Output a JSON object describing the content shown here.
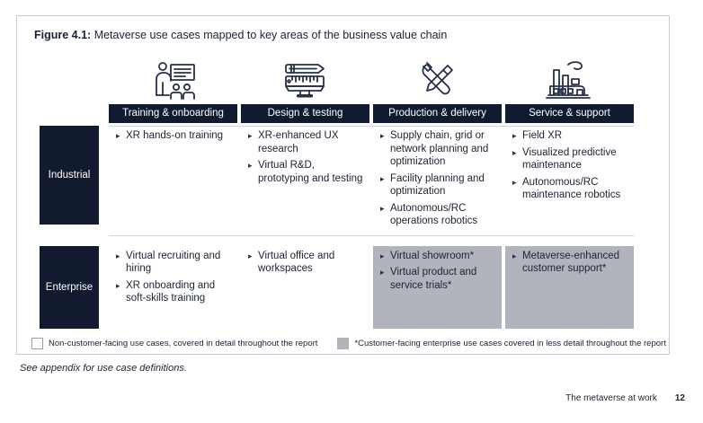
{
  "figure": {
    "label": "Figure 4.1:",
    "title": " Metaverse use cases mapped to key areas of the business value chain"
  },
  "columns": [
    {
      "header": "Training & onboarding",
      "icon": "presenter-whiteboard-icon"
    },
    {
      "header": "Design & testing",
      "icon": "pencil-ruler-monitor-icon"
    },
    {
      "header": "Production & delivery",
      "icon": "wrench-screwdriver-icon"
    },
    {
      "header": "Service & support",
      "icon": "factory-icon"
    }
  ],
  "rows": [
    {
      "label": "Industrial",
      "cells": [
        {
          "shaded": false,
          "items": [
            "XR hands-on training"
          ]
        },
        {
          "shaded": false,
          "items": [
            "XR-enhanced UX research",
            "Virtual R&D, prototyping and testing"
          ]
        },
        {
          "shaded": false,
          "items": [
            "Supply chain, grid or network planning and optimization",
            "Facility planning and optimization",
            "Autonomous/RC operations robotics"
          ]
        },
        {
          "shaded": false,
          "items": [
            "Field XR",
            "Visualized predictive maintenance",
            "Autonomous/RC maintenance robotics"
          ]
        }
      ]
    },
    {
      "label": "Enterprise",
      "cells": [
        {
          "shaded": false,
          "items": [
            "Virtual recruiting and hiring",
            "XR onboarding and soft-skills training"
          ]
        },
        {
          "shaded": false,
          "items": [
            "Virtual office and workspaces"
          ]
        },
        {
          "shaded": true,
          "items": [
            "Virtual showroom*",
            "Virtual product and service trials*"
          ]
        },
        {
          "shaded": true,
          "items": [
            "Metaverse-enhanced customer support*"
          ]
        }
      ]
    }
  ],
  "legend": [
    {
      "swatch": "hollow",
      "text": "Non-customer-facing use cases, covered in detail throughout the report"
    },
    {
      "swatch": "filled",
      "text": "*Customer-facing enterprise use cases covered in less detail throughout the report"
    }
  ],
  "appendix_note": "See appendix for use case definitions.",
  "footer": {
    "document_title": "The metaverse at work",
    "page_number": "12"
  },
  "colors": {
    "navy": "#111a2e",
    "shaded_cell": "#b0b5bd",
    "frame_border": "#c9cdd4",
    "divider": "#cfd3da"
  }
}
